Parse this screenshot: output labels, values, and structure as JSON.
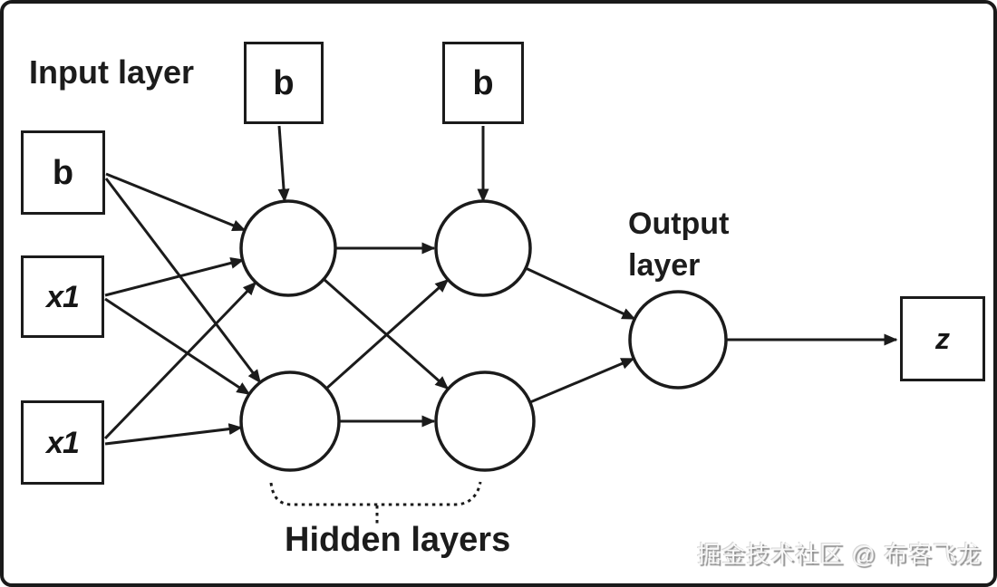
{
  "diagram": {
    "type": "neural-network-architecture",
    "labels": {
      "input_layer": "Input layer",
      "output_layer": "Output\nlayer",
      "hidden_layers": "Hidden layers"
    },
    "nodes": {
      "input_bias": {
        "label": "b",
        "shape": "square"
      },
      "input_x1_top": {
        "label": "x1",
        "shape": "square"
      },
      "input_x1_bottom": {
        "label": "x1",
        "shape": "square"
      },
      "hidden1_bias": {
        "label": "b",
        "shape": "square"
      },
      "hidden2_bias": {
        "label": "b",
        "shape": "square"
      },
      "output_z": {
        "label": "z",
        "shape": "square"
      },
      "hidden_neurons": {
        "layer1_count": 2,
        "layer2_count": 2,
        "shape": "circle"
      },
      "output_neuron": {
        "count": 1,
        "shape": "circle"
      }
    },
    "edges": [
      "input_bias -> hidden1_neuron_top",
      "input_bias -> hidden1_neuron_bottom",
      "input_x1_top -> hidden1_neuron_top",
      "input_x1_top -> hidden1_neuron_bottom",
      "input_x1_bottom -> hidden1_neuron_top",
      "input_x1_bottom -> hidden1_neuron_bottom",
      "hidden1_bias -> hidden1_neuron_top",
      "hidden2_bias -> hidden2_neuron_top",
      "hidden1_neuron_top -> hidden2_neuron_top",
      "hidden1_neuron_top -> hidden2_neuron_bottom",
      "hidden1_neuron_bottom -> hidden2_neuron_top",
      "hidden1_neuron_bottom -> hidden2_neuron_bottom",
      "hidden2_neuron_top -> output_neuron",
      "hidden2_neuron_bottom -> output_neuron",
      "output_neuron -> output_z"
    ],
    "colors": {
      "stroke": "#1b1b1b",
      "background": "#ffffff",
      "text": "#161616"
    }
  },
  "watermark": {
    "text": "掘金技术社区 @ 布客飞龙"
  }
}
